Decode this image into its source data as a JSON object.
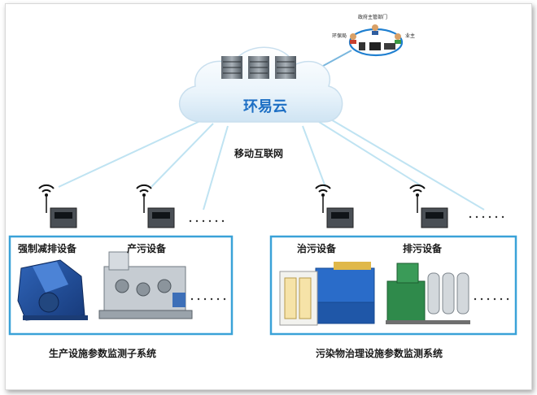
{
  "cloud": {
    "name": "环易云"
  },
  "stakeholders": {
    "top": "政府主管部门",
    "left": "环保局",
    "right": "业主"
  },
  "network": {
    "label": "移动互联网"
  },
  "left_system": {
    "caption": "生产设施参数监测子系统",
    "devices": [
      {
        "label": "强制减排设备"
      },
      {
        "label": "产污设备"
      }
    ]
  },
  "right_system": {
    "caption": "污染物治理设施参数监测系统",
    "devices": [
      {
        "label": "治污设备"
      },
      {
        "label": "排污设备"
      }
    ]
  },
  "colors": {
    "box_border": "#3aa2d8",
    "link_line": "#bfe3f2",
    "cloud_text": "#1d6fc4",
    "cloud_fill": "#e4f1fa"
  }
}
